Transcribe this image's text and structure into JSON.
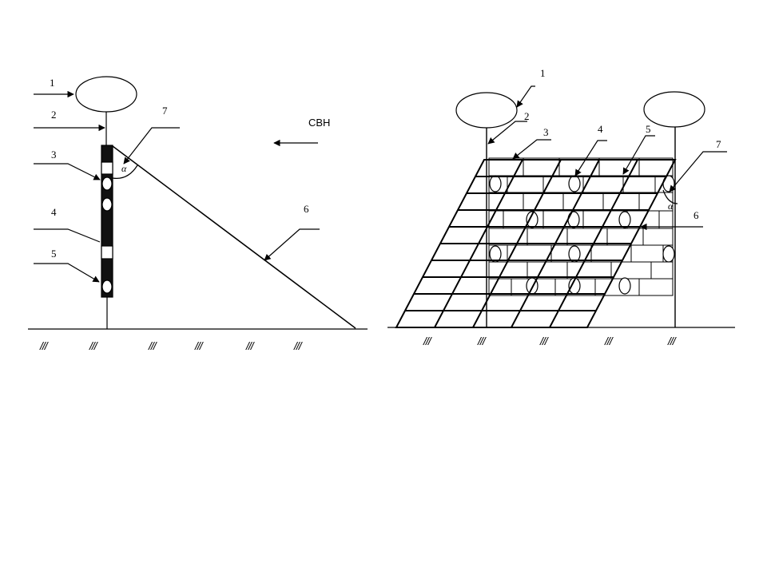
{
  "left_figure": {
    "labels": {
      "l1": "1",
      "l2": "2",
      "l3": "3",
      "l4": "4",
      "l5": "5",
      "l6": "6",
      "l7": "7",
      "alpha": "α"
    },
    "direction_label": "СВН"
  },
  "right_figure": {
    "labels": {
      "l1": "1",
      "l2": "2",
      "l3": "3",
      "l4": "4",
      "l5": "5",
      "l6": "6",
      "l7": "7",
      "alpha": "α"
    }
  },
  "ground_hatch": "///"
}
